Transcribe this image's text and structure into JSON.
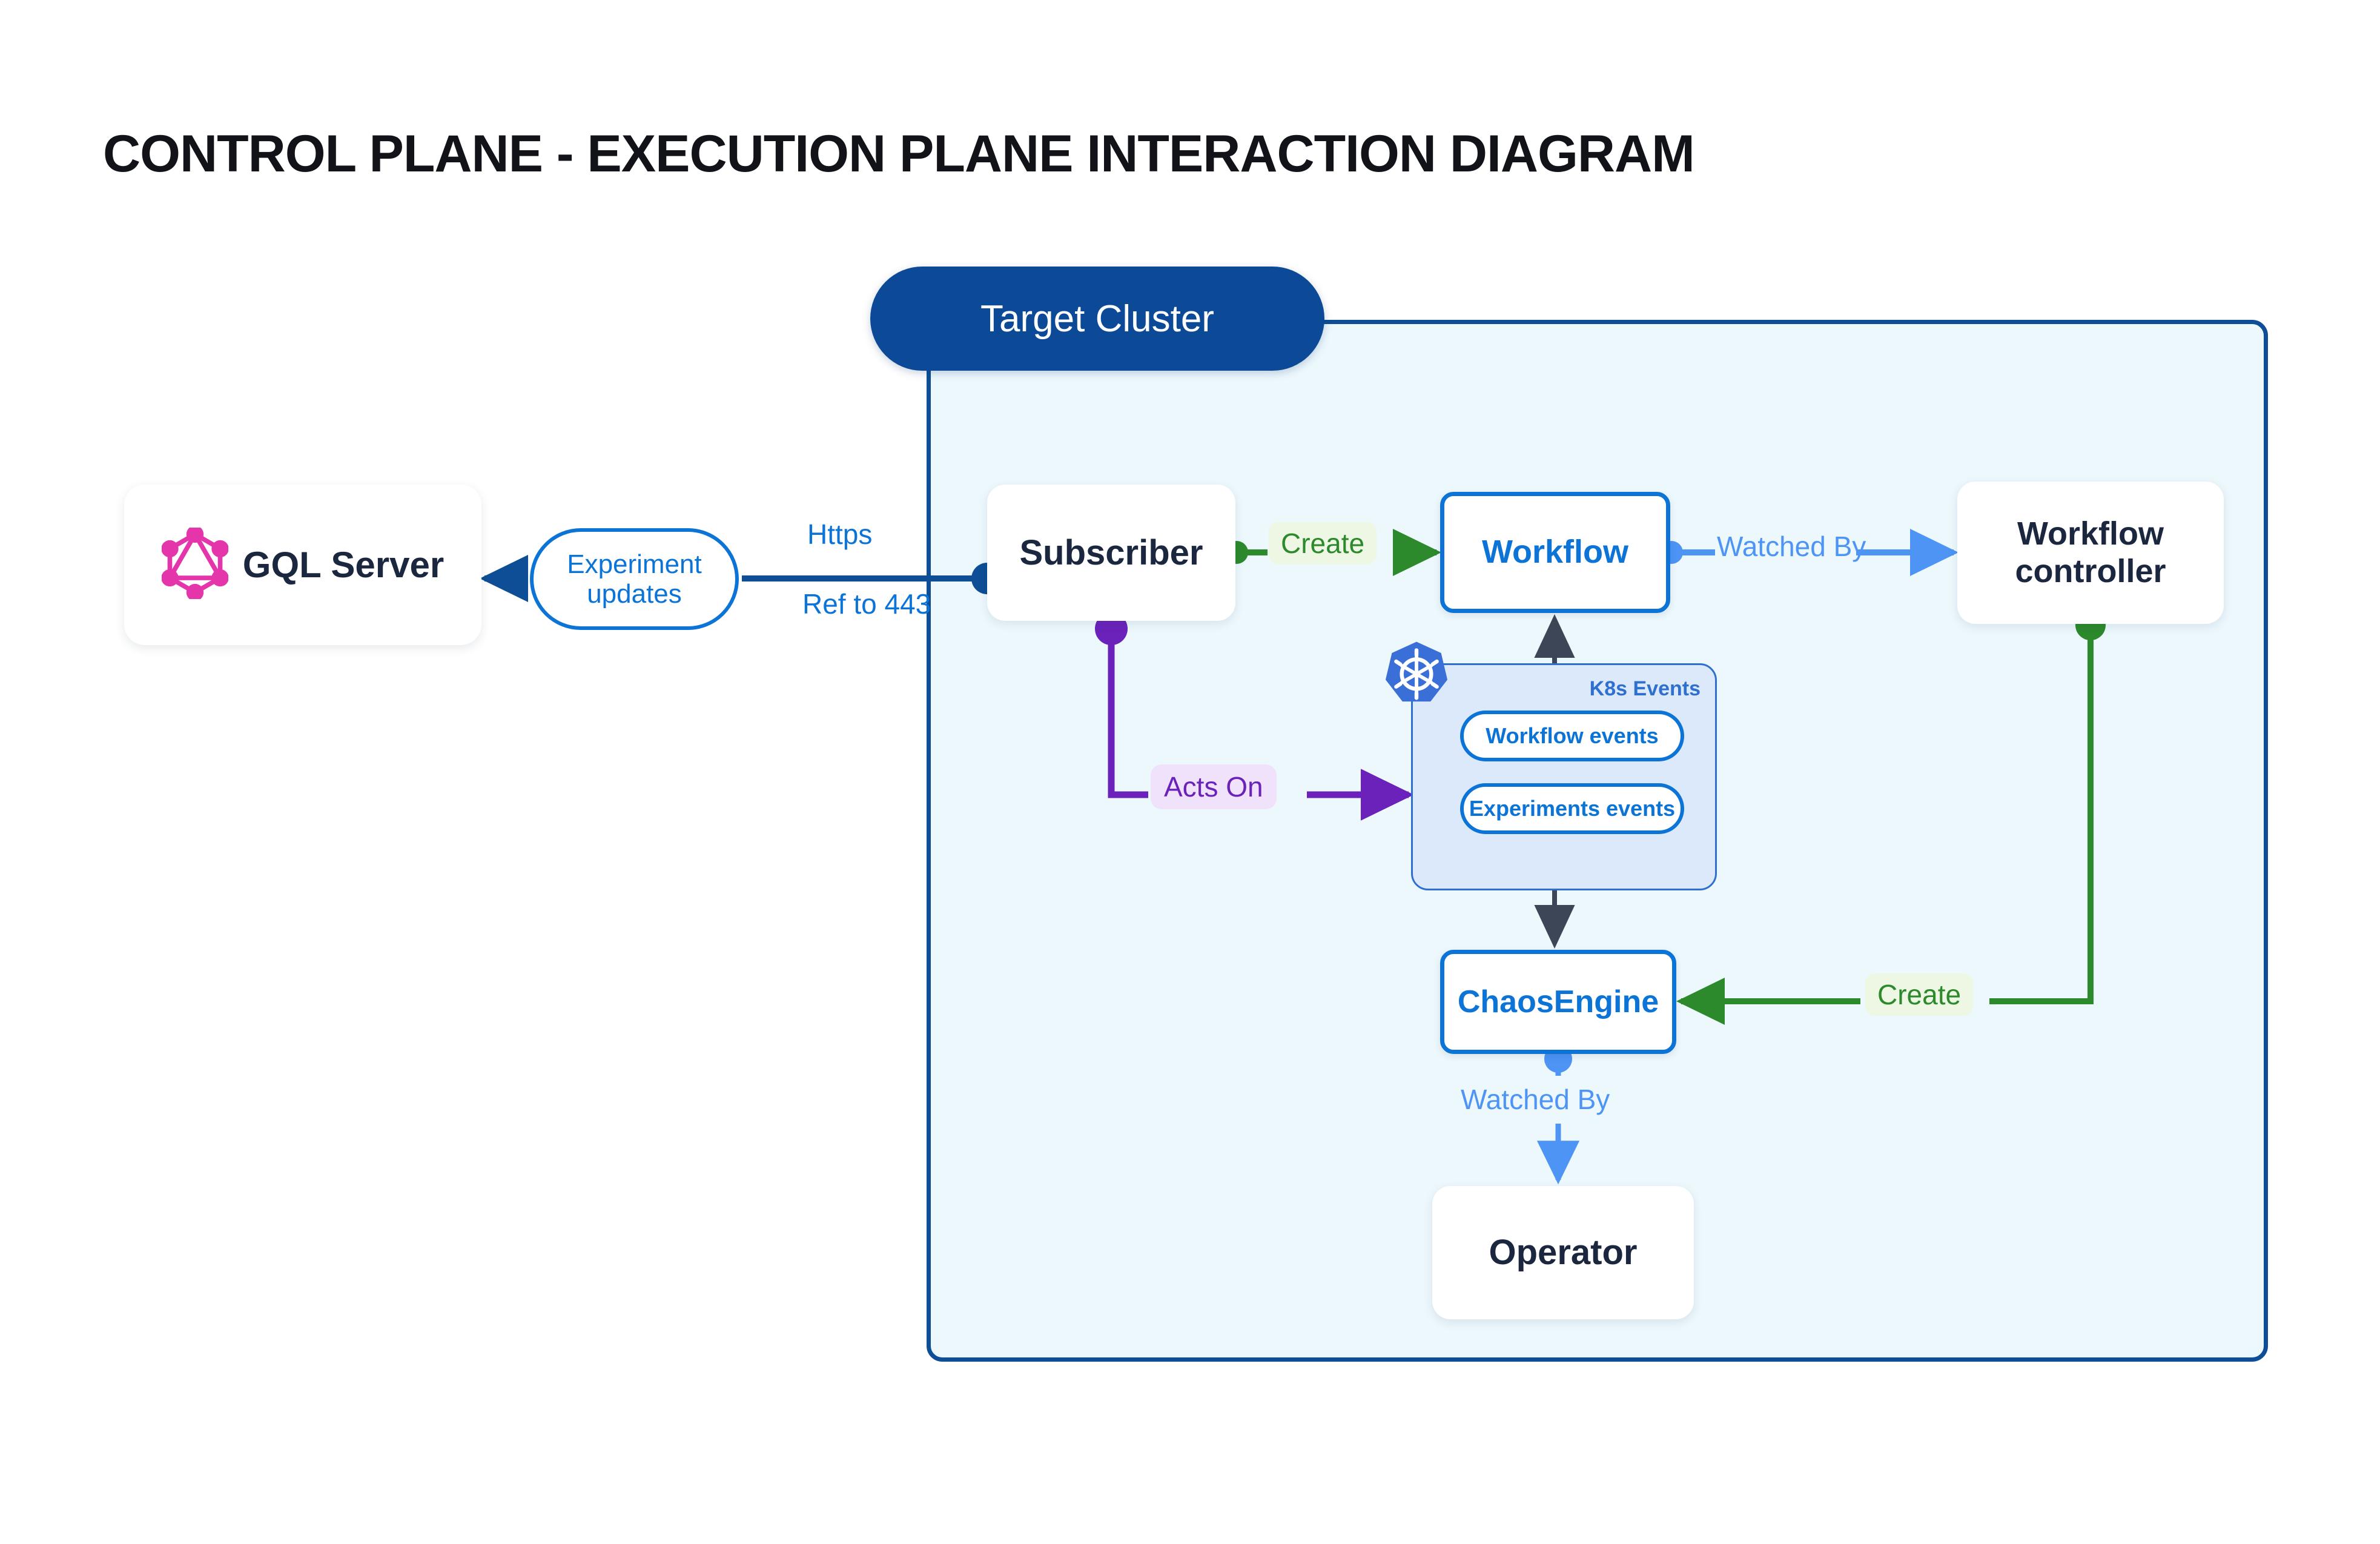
{
  "page": {
    "title": "CONTROL PLANE - EXECUTION PLANE INTERACTION DIAGRAM"
  },
  "cluster": {
    "title": "Target Cluster",
    "border_color": "#0d4e96",
    "fill_color": "#edf8fd",
    "pill_color": "#0c4a98"
  },
  "nodes": {
    "gql_server": {
      "label": "GQL Server",
      "icon": "graphql-icon",
      "icon_color": "#e535ab"
    },
    "subscriber": {
      "label": "Subscriber"
    },
    "workflow": {
      "label": "Workflow",
      "accent": "#0b74d6"
    },
    "workflow_controller": {
      "label": "Workflow controller"
    },
    "chaosengine": {
      "label": "ChaosEngine",
      "accent": "#0b74d6"
    },
    "operator": {
      "label": "Operator"
    }
  },
  "k8s_group": {
    "label": "K8s Events",
    "icon": "kubernetes-icon",
    "icon_color": "#3a6fd8",
    "fill_color": "#dbe9fb",
    "items": [
      {
        "label": "Workflow events"
      },
      {
        "label": "Experiments events"
      }
    ]
  },
  "edges": {
    "experiment_updates": {
      "label_line1": "Experiment",
      "label_line2": "updates",
      "color": "#0b74d6"
    },
    "https": {
      "label": "Https",
      "color": "#0b74d6"
    },
    "ref_to_443": {
      "label": "Ref to 443",
      "color": "#0b74d6"
    },
    "create_subscriber_workflow": {
      "label": "Create",
      "color": "#2c8a2c"
    },
    "watched_by_workflow": {
      "label": "Watched By",
      "color": "#4d94f5"
    },
    "acts_on": {
      "label": "Acts On",
      "color": "#6b22bb"
    },
    "create_controller_chaosengine": {
      "label": "Create",
      "color": "#2c8a2c"
    },
    "watched_by_operator": {
      "label": "Watched By",
      "color": "#4d94f5"
    }
  }
}
